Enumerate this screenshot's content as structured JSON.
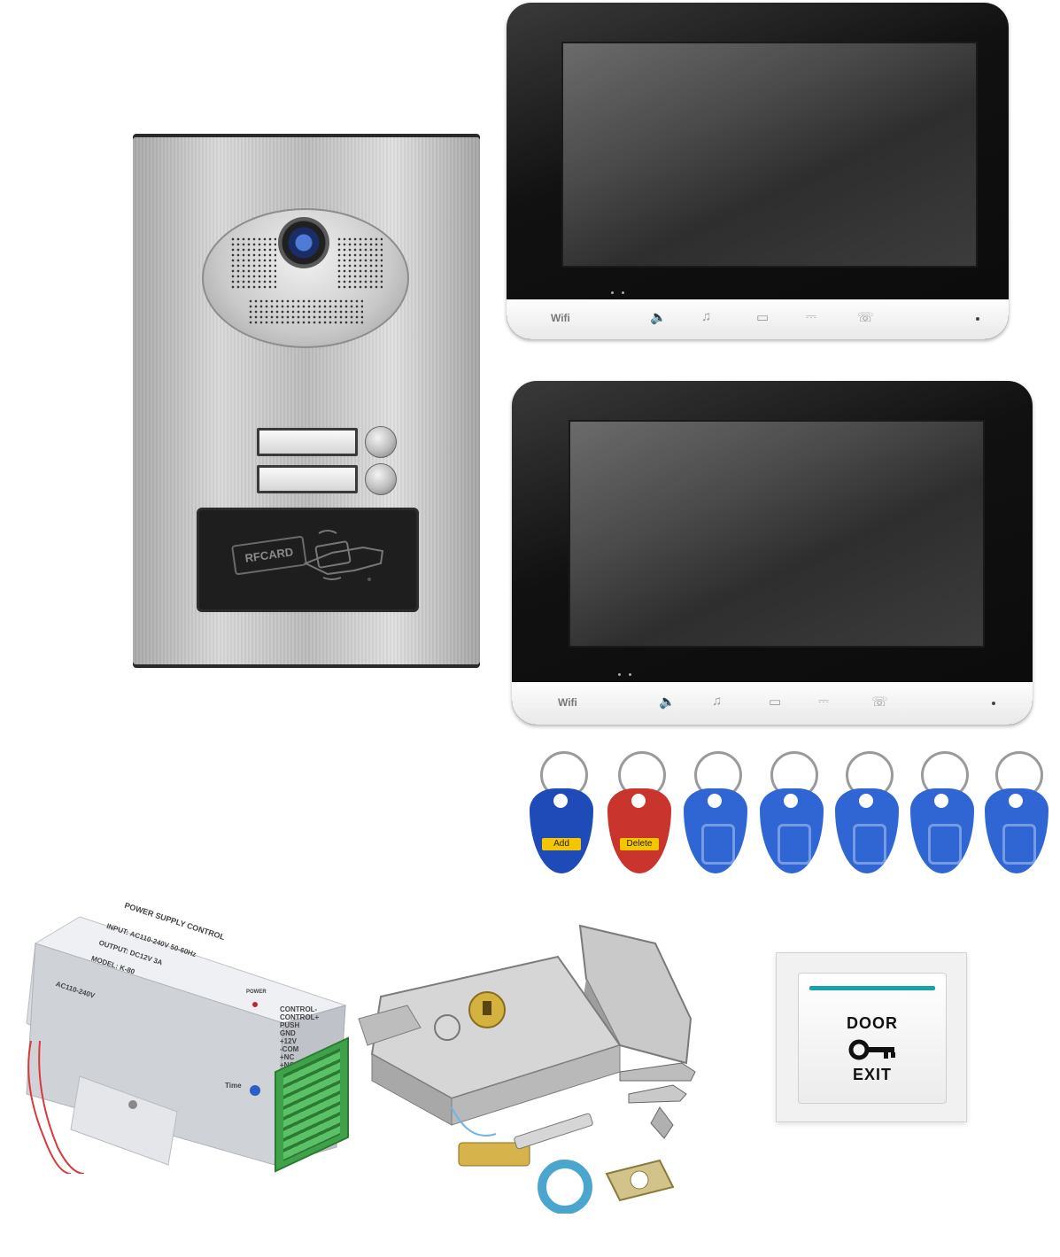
{
  "door_station": {
    "card_reader_label": "RFCARD"
  },
  "monitors": [
    {
      "wifi_label": "Wifi",
      "icons": [
        "speaker-icon",
        "music-note-icon",
        "monitor-icon",
        "key-icon",
        "phone-icon"
      ]
    },
    {
      "wifi_label": "Wifi",
      "icons": [
        "speaker-icon",
        "music-note-icon",
        "monitor-icon",
        "key-icon",
        "phone-icon"
      ]
    }
  ],
  "key_fobs": [
    {
      "color": "#1f4bb8",
      "label": "Add"
    },
    {
      "color": "#c9352d",
      "label": "Delete"
    },
    {
      "color": "#2f66d4",
      "label": ""
    },
    {
      "color": "#2f66d4",
      "label": ""
    },
    {
      "color": "#2f66d4",
      "label": ""
    },
    {
      "color": "#2f66d4",
      "label": ""
    },
    {
      "color": "#2f66d4",
      "label": ""
    }
  ],
  "power_supply": {
    "title": "POWER SUPPLY CONTROL",
    "input": "INPUT: AC110-240V 50-60Hz",
    "output": "OUTPUT: DC12V 3A",
    "model": "MODEL: K-80",
    "side_label": "AC110-240V",
    "power_led_label": "POWER",
    "terminals": [
      "CONTROL-",
      "CONTROL+",
      "PUSH",
      "GND",
      "+12V",
      "-COM",
      "+NC",
      "+NO"
    ],
    "time_label": "Time"
  },
  "exit_button": {
    "line1": "DOOR",
    "line2": "EXIT"
  },
  "colors": {
    "teal_bar": "#1aa3a7",
    "terminal_green": "#3fa24a",
    "wire_red": "#d83a3a"
  }
}
